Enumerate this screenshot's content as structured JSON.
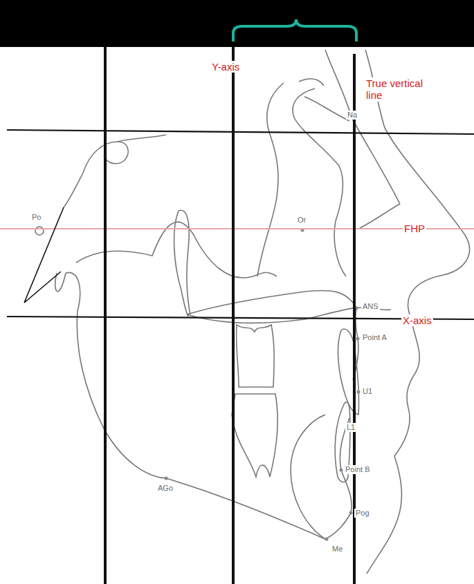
{
  "diagram": {
    "labels": [
      "Y-axis",
      "True vertical line",
      "Na",
      "Po",
      "Or",
      "FHP",
      "ANS",
      "X-axis",
      "Point A",
      "U1",
      "L1",
      "Point B",
      "Pog",
      "AGo",
      "Me"
    ]
  }
}
